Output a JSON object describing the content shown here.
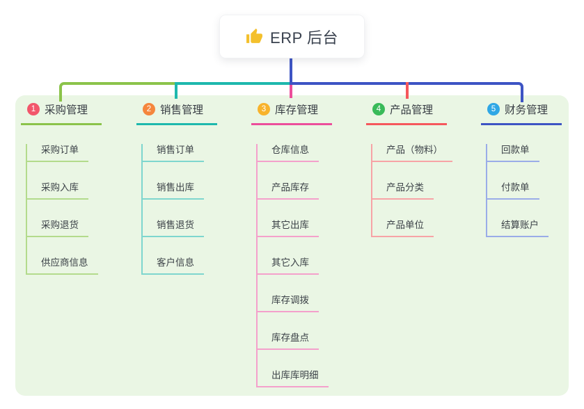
{
  "root": {
    "label": "ERP 后台",
    "icon": "thumbs-up-icon"
  },
  "connector_color": "#3D54C4",
  "panel_color": "#EAF6E4",
  "branches": [
    {
      "badge": "1",
      "label": "采购管理",
      "badge_color": "#F2566B",
      "line_color": "#8BC34A",
      "sub_line_color": "#B3DB8C",
      "children": [
        "采购订单",
        "采购入库",
        "采购退货",
        "供应商信息"
      ]
    },
    {
      "badge": "2",
      "label": "销售管理",
      "badge_color": "#F5863D",
      "line_color": "#1EB8AD",
      "sub_line_color": "#7ED6CE",
      "children": [
        "销售订单",
        "销售出库",
        "销售退货",
        "客户信息"
      ]
    },
    {
      "badge": "3",
      "label": "库存管理",
      "badge_color": "#F8B32C",
      "line_color": "#EC4E9B",
      "sub_line_color": "#F4A0CB",
      "children": [
        "仓库信息",
        "产品库存",
        "其它出库",
        "其它入库",
        "库存调拨",
        "库存盘点",
        "出库库明细"
      ]
    },
    {
      "badge": "4",
      "label": "产品管理",
      "badge_color": "#39BA59",
      "line_color": "#F5575C",
      "sub_line_color": "#F7A3A6",
      "children": [
        "产品（物料）",
        "产品分类",
        "产品单位"
      ]
    },
    {
      "badge": "5",
      "label": "财务管理",
      "badge_color": "#2FA7E5",
      "line_color": "#3D54C4",
      "sub_line_color": "#9AACE8",
      "children": [
        "回款单",
        "付款单",
        "结算账户"
      ]
    }
  ]
}
